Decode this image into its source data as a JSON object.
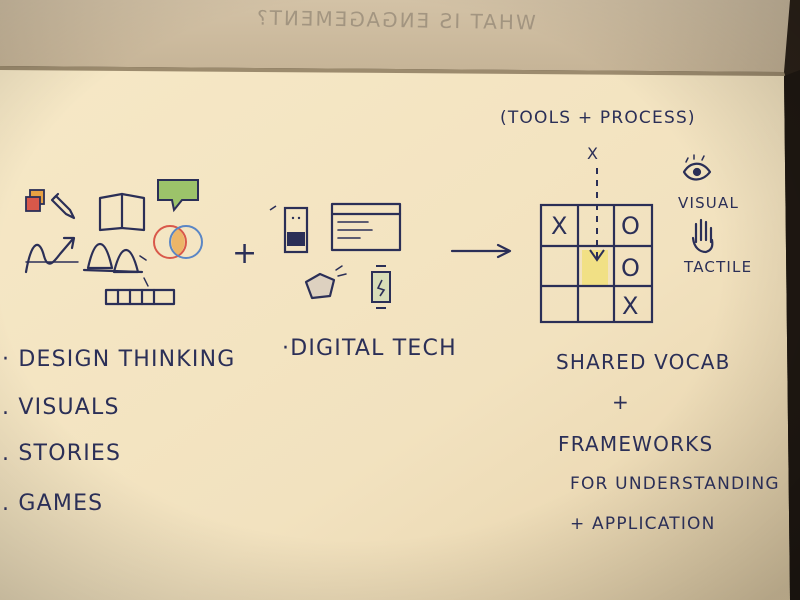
{
  "bleed_through": "WHAT IS ENGAGEMENT?",
  "header": "(TOOLS + PROCESS)",
  "left_list": [
    "· DESIGN THINKING",
    ". VISUALS",
    ". STORIES",
    ". GAMES"
  ],
  "plus_sign": "+",
  "digital_label": "·DIGITAL TECH",
  "arrow_symbol": "→",
  "grid_marker": "X",
  "tictactoe": [
    [
      "X",
      "",
      "O"
    ],
    [
      "",
      "",
      "O"
    ],
    [
      "",
      "",
      "X"
    ]
  ],
  "senses": [
    "VISUAL",
    "TACTILE"
  ],
  "outcome": [
    "SHARED VOCAB",
    "+",
    "FRAMEWORKS",
    "FOR UNDERSTANDING",
    "+ APPLICATION"
  ],
  "colors": {
    "ink": "#2b2f57",
    "paper": "#f3e4c2",
    "highlight_yellow": "#f1df7a",
    "marker_red": "#d9584a",
    "marker_orange": "#e8a142",
    "marker_green": "#9cc36a",
    "marker_blue": "#5a86c5"
  },
  "icons": [
    "sticky-notes-icon",
    "pencil-icon",
    "open-book-icon",
    "speech-bubble-icon",
    "trend-line-icon",
    "bell-icons",
    "venn-diagram-icon",
    "timeline-bar-icon",
    "phone-icon",
    "browser-window-icon",
    "gem-icon",
    "smartwatch-icon",
    "eye-icon",
    "hand-icon"
  ]
}
